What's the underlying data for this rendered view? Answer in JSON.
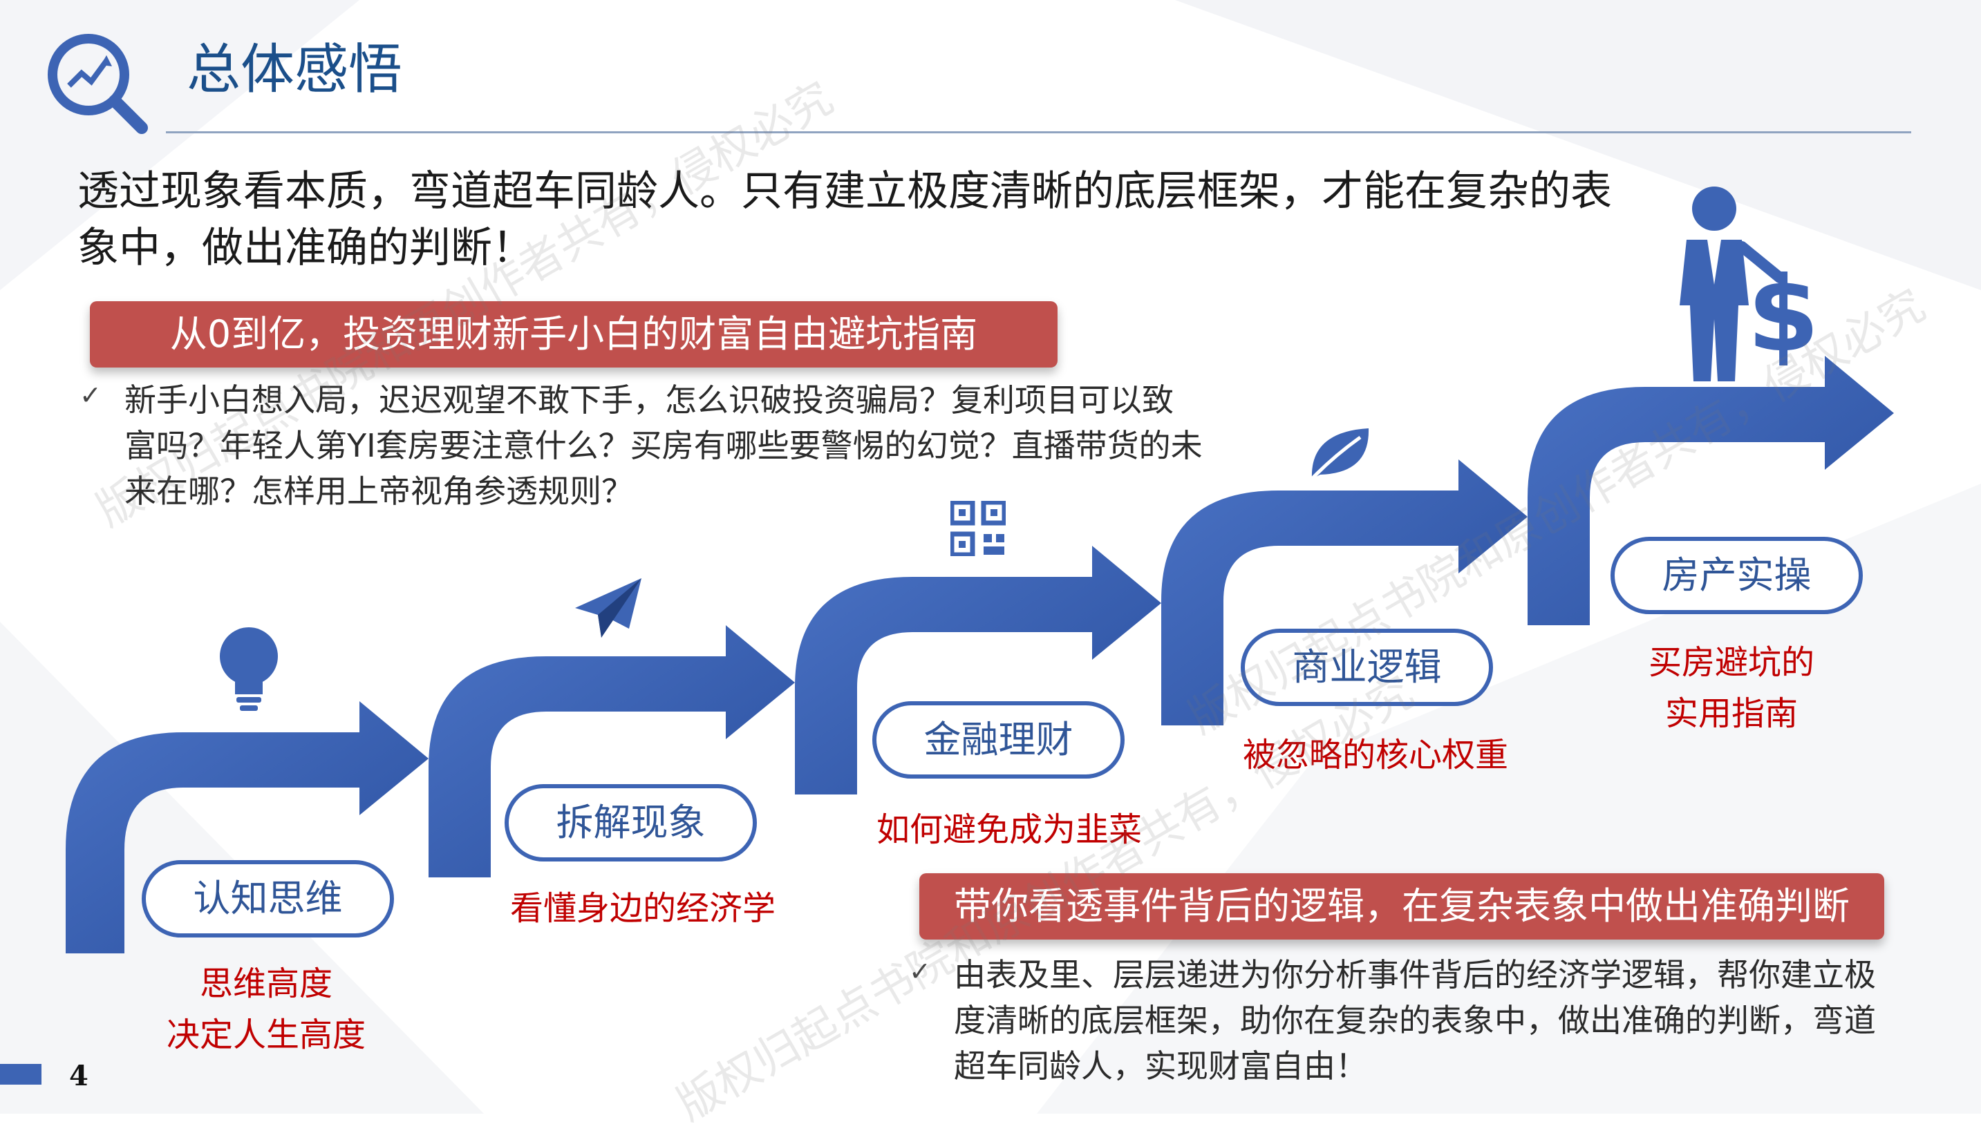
{
  "title": "总体感悟",
  "page_number": "4",
  "intro_text": "透过现象看本质，弯道超车同龄人。只有建立极度清晰的底层框架，才能在复杂的表象中，做出准确的判断！",
  "banner_top": "从0到亿，投资理财新手小白的财富自由避坑指南",
  "bullet_top": "新手小白想入局，迟迟观望不敢下手，怎么识破投资骗局？复利项目可以致富吗？年轻人第YI套房要注意什么？买房有哪些要警惕的幻觉？直播带货的未来在哪？怎样用上帝视角参透规则？",
  "banner_bottom": "带你看透事件背后的逻辑，在复杂表象中做出准确判断",
  "bullet_bottom": "由表及里、层层递进为你分析事件背后的经济学逻辑，帮你建立极度清晰的底层框架，助你在复杂的表象中，做出准确的判断，弯道超车同龄人，实现财富自由！",
  "check_mark": "✓",
  "steps": [
    {
      "label": "认知思维",
      "caption_1": "思维高度",
      "caption_2": "决定人生高度",
      "icon": "lightbulb-icon"
    },
    {
      "label": "拆解现象",
      "caption_1": "看懂身边的经济学",
      "caption_2": "",
      "icon": "paper-plane-icon"
    },
    {
      "label": "金融理财",
      "caption_1": "如何避免成为韭菜",
      "caption_2": "",
      "icon": "qr-code-icon"
    },
    {
      "label": "商业逻辑",
      "caption_1": "被忽略的核心权重",
      "caption_2": "",
      "icon": "leaf-icon"
    },
    {
      "label": "房产实操",
      "caption_1": "买房避坑的",
      "caption_2": "实用指南",
      "icon": "businessman-dollar-icon"
    }
  ],
  "watermarks": [
    "版权归起点书院和原创作者共有，侵权必究",
    "版权归起点书院和原创作者共有，侵权必究",
    "版权归起点书院和原创作者共有，侵权必究"
  ],
  "colors": {
    "primary_blue": "#3d64b4",
    "title_blue": "#1b4f8a",
    "banner_red": "#c0504d",
    "caption_red": "#c00000"
  }
}
